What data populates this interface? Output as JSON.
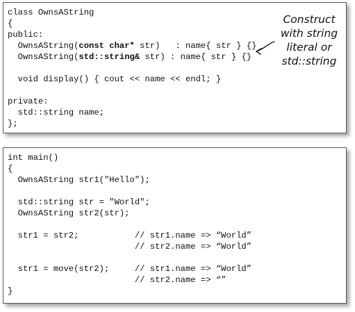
{
  "class_panel": {
    "lines": [
      "class OwnsAString",
      "{",
      "public:",
      "",
      "",
      "",
      "  void display() { cout << name << endl; }",
      "",
      "private:",
      "  std::string name;",
      "};"
    ],
    "ctor1": {
      "pre": "  OwnsAString(",
      "kw": "const char*",
      "post": " str)   : name{ str } {}"
    },
    "ctor2": {
      "pre": "  OwnsAString(",
      "kw": "std::string&",
      "post": " str) : name{ str } {}"
    },
    "annotation": [
      "Construct",
      "with string",
      "literal or",
      "std::string"
    ]
  },
  "main_panel": {
    "lines": [
      "int main()",
      "{",
      "  OwnsAString str1(\"Hello\");",
      "",
      "  std::string str = \"World\";",
      "  OwnsAString str2(str);",
      "",
      "  str1 = str2;           // str1.name => “World”",
      "                         // str2.name => “World”",
      "",
      "  str1 = move(str2);     // str1.name => “World”",
      "                         // str2.name => “”",
      "}"
    ]
  }
}
